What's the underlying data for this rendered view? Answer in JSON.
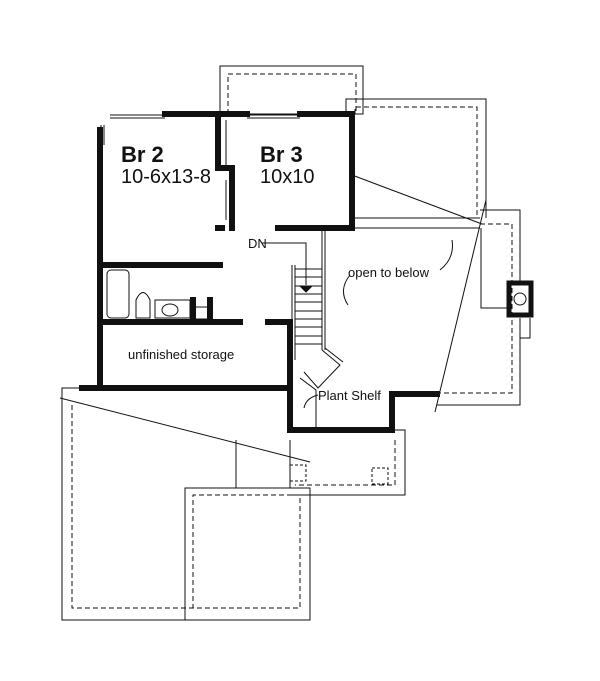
{
  "rooms": [
    {
      "name": "Br 2",
      "size": "10-6x13-8"
    },
    {
      "name": "Br 3",
      "size": "10x10"
    }
  ],
  "labels": {
    "stairs_down": "DN",
    "open_to_below": "open to below",
    "storage": "unfinished storage",
    "plant_shelf": "Plant Shelf"
  },
  "colors": {
    "wall": "#111111",
    "background": "#ffffff"
  }
}
